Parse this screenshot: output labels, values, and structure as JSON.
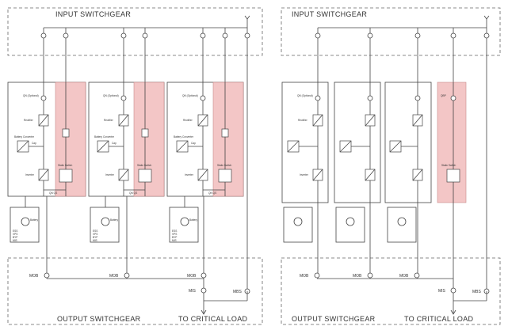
{
  "left_system": {
    "input_label": "INPUT SWITCHGEAR",
    "output_label": "OUTPUT SWITCHGEAR",
    "load_label": "TO CRITICAL LOAD",
    "mob_label": "MOB",
    "mis_label": "MIS",
    "mbs_label": "MBS",
    "module": {
      "input_breaker_label": "QN (Optional)",
      "rectifier_label": "Rectifier",
      "battery_converter_label": "Battery Converter",
      "dc_cap_label": "Cap",
      "inverter_label": "Inverter",
      "static_switch_label": "Static Switch",
      "output_breaker_label": "QN QS",
      "battery_label": "Battery",
      "battery_specs": [
        "ESS",
        "VPS",
        "BYP",
        "MIS"
      ]
    }
  },
  "right_system": {
    "input_label": "INPUT SWITCHGEAR",
    "output_label": "OUTPUT SWITCHGEAR",
    "load_label": "TO CRITICAL LOAD",
    "mob_label": "MOB",
    "mis_label": "MIS",
    "mbs_label": "MBS",
    "bypass_breaker_label": "QBP",
    "static_switch_label": "Static Switch"
  },
  "colors": {
    "bypass_fill": "#f3c6c6",
    "line": "#444444",
    "dashed": "#666666"
  }
}
